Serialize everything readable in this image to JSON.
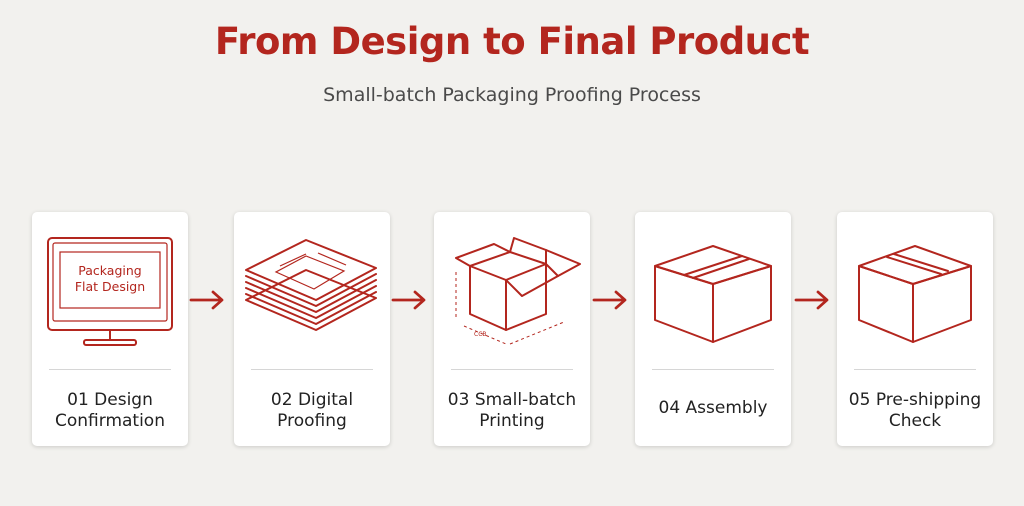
{
  "header": {
    "title": "From Design to Final Product",
    "subtitle": "Small-batch Packaging Proofing Process"
  },
  "colors": {
    "accent": "#b3261e",
    "background": "#f2f1ee",
    "card": "#ffffff",
    "text": "#222222"
  },
  "steps": [
    {
      "line1": "01 Design",
      "line2": "Confirmation",
      "icon": "monitor-icon",
      "screen_text_1": "Packaging",
      "screen_text_2": "Flat Design"
    },
    {
      "line1": "02 Digital",
      "line2": "Proofing",
      "icon": "stacked-sheets-icon"
    },
    {
      "line1": "03 Small-batch",
      "line2": "Printing",
      "icon": "open-box-icon",
      "dimension_text": "CCB"
    },
    {
      "line1": "04 Assembly",
      "icon": "closed-box-icon"
    },
    {
      "line1": "05 Pre-shipping",
      "line2": "Check",
      "icon": "sealed-box-icon"
    }
  ]
}
